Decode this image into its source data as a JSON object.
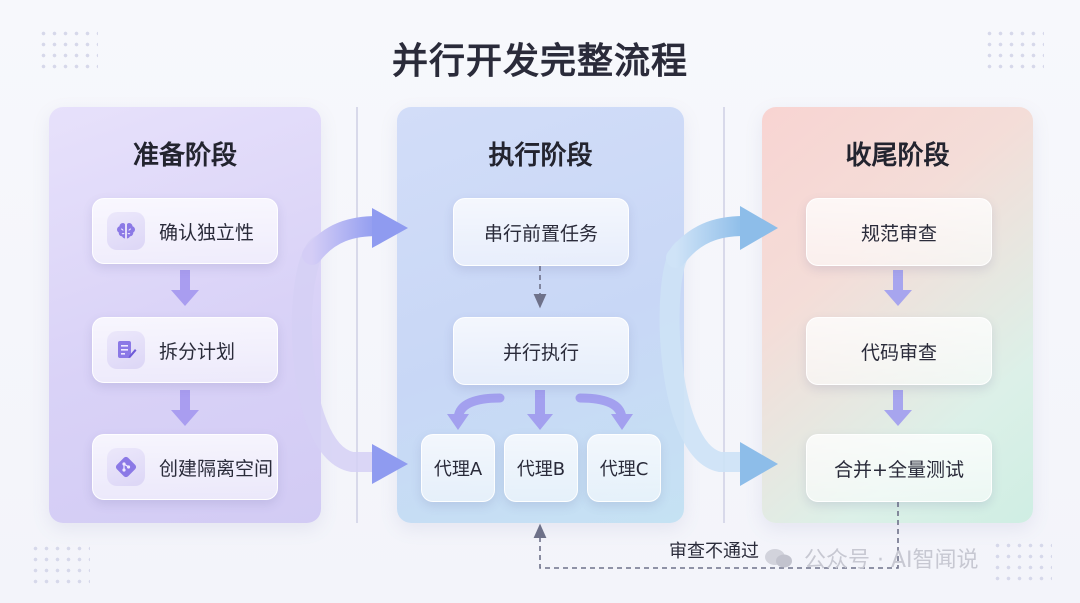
{
  "title": "并行开发完整流程",
  "stages": [
    {
      "name": "准备阶段",
      "steps": [
        {
          "label": "确认独立性",
          "icon": "brain-icon"
        },
        {
          "label": "拆分计划",
          "icon": "note-edit-icon"
        },
        {
          "label": "创建隔离空间",
          "icon": "git-branch-icon"
        }
      ]
    },
    {
      "name": "执行阶段",
      "steps": [
        {
          "label": "串行前置任务"
        },
        {
          "label": "并行执行"
        }
      ],
      "agents": [
        "代理A",
        "代理B",
        "代理C"
      ]
    },
    {
      "name": "收尾阶段",
      "steps": [
        {
          "label": "规范审查"
        },
        {
          "label": "代码审查"
        },
        {
          "label": "合并+全量测试"
        }
      ]
    }
  ],
  "feedback_label": "审查不通过",
  "watermark": "公众号 · AI智闻说",
  "colors": {
    "prep_accent": "#a89cf0",
    "exec_accent": "#8fb3ee",
    "final_accent": "#9cc4ea"
  }
}
